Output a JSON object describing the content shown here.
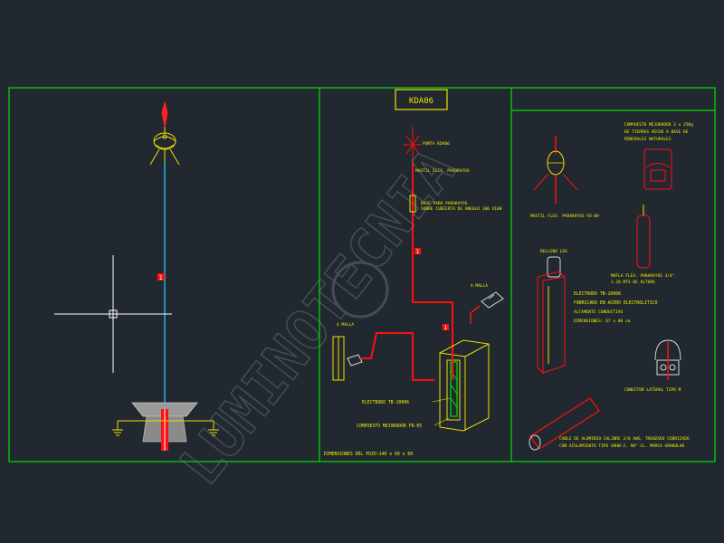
{
  "colors": {
    "background": "#212830",
    "frame": "#00e000",
    "title_box": "#f0e000",
    "label": "#f0f000",
    "conductor": "#ff1010",
    "mast": "#20b0e0",
    "metal": "#d8d8d8",
    "watermark": "#8a9098"
  },
  "panel_center": {
    "title": "KDA06",
    "labels": {
      "punta": "PUNTA KDA06",
      "mastil": "MASTIL FLEX. PARARAYOS",
      "base_1": "BASE PARA PARARAYOS",
      "base_2": "SOBRE CUBIERTA DE ANGULO 100 X100",
      "marker_upper": "1",
      "marker_lower": "1",
      "a_malla_right": "A MALLA",
      "a_malla_left": "A MALLA",
      "electrodo": "ELECTRODO TB-10006",
      "compuesto": "COMPUESTO MEJORADOR FR-05",
      "dimensiones": "DIMENSIONES DEL POZO:140 x 60 x 60"
    }
  },
  "panel_left": {
    "marker": "1"
  },
  "panel_right": {
    "labels": {
      "compuesto_1": "COMPUESTO MEJORADOR 3 x 25Kg",
      "compuesto_2": "DE TIERRAS HECHO A BASE DE",
      "compuesto_3": "MINERALES NATURALES",
      "mastil": "MASTIL FLEX. PARARAYOS FD-09",
      "mufla_1": "MUFLA FLEX. PARARAYOS 3/4\"",
      "mufla_2": "1.20 MTS DE ALTURA",
      "relleno": "RELLENO LDS",
      "electrodo_1": "ELECTRODO TB-10006",
      "electrodo_2": "FABRICADO EN ACERO ELECTROLITICO",
      "electrodo_3": "ALTAMENTE CONDUCTIVO",
      "electrodo_4": "DIMENSIONES: 67 x 80 cm",
      "conector": "CONECTOR LATERAL TIPO M",
      "cable_1": "CABLE DE ALUMINIO CALIBRE 2/0 AWG. TRENZADO COBRIZADO",
      "cable_2": "CON AISLAMIENTO TIPO XHHW-2, 90° CL. MARCA GRANULAR"
    }
  },
  "watermark": "LUMINOTECNIA"
}
